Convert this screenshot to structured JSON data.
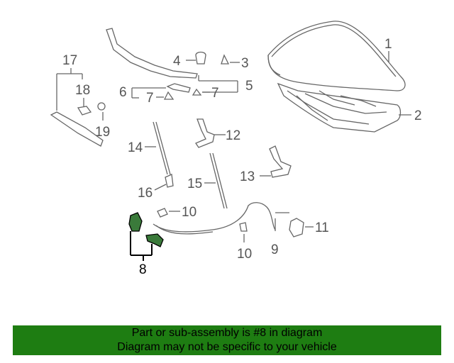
{
  "callouts": {
    "c1": "1",
    "c2": "2",
    "c3": "3",
    "c4": "4",
    "c5": "5",
    "c6": "6",
    "c7a": "7",
    "c7b": "7",
    "c8": "8",
    "c9": "9",
    "c10a": "10",
    "c10b": "10",
    "c11": "11",
    "c12": "12",
    "c13": "13",
    "c14": "14",
    "c15": "15",
    "c16": "16",
    "c17": "17",
    "c18": "18",
    "c19": "19"
  },
  "highlighted_part": "8",
  "colors": {
    "banner_background": "#1e7d12",
    "highlight_part": "#3a7a3a",
    "line_art": "#666666"
  },
  "footer": {
    "line1": "Part or sub-assembly is #8 in diagram",
    "line2": "Diagram may not be specific to your vehicle"
  }
}
